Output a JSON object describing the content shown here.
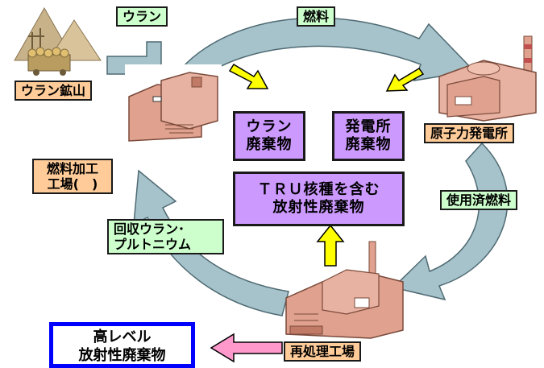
{
  "colors": {
    "green": "#ccffcc",
    "orange": "#ffcc99",
    "purple": "#cc99ff",
    "blue": "#0000ff",
    "cycle_arrow": "#a6c3cc",
    "facility": "#e0a18f",
    "yellow_arrow": "#ffff00",
    "pink_arrow": "#ff99cc"
  },
  "icons": [
    "uranium-mine-icon",
    "fuel-fabrication-plant-icon",
    "nuclear-power-plant-icon",
    "reprocessing-plant-icon"
  ],
  "labels": {
    "uranium": "ウラン",
    "fuel": "燃料",
    "uranium_mine": "ウラン鉱山",
    "npp": "原子力発電所",
    "fabrication_line1": "燃料加工",
    "fabrication_line2": "工場(　)",
    "spent_fuel": "使用済燃料",
    "recovered_line1": "回収ウラン･",
    "recovered_line2": "プルトニウム",
    "reprocessing": "再処理工場"
  },
  "waste": {
    "uranium_waste": "ウラン\n廃棄物",
    "npp_waste": "発電所\n廃棄物",
    "tru_waste": "ＴＲＵ核種を含む\n放射性廃棄物",
    "high_level": "高レベル\n放射性廃棄物"
  }
}
